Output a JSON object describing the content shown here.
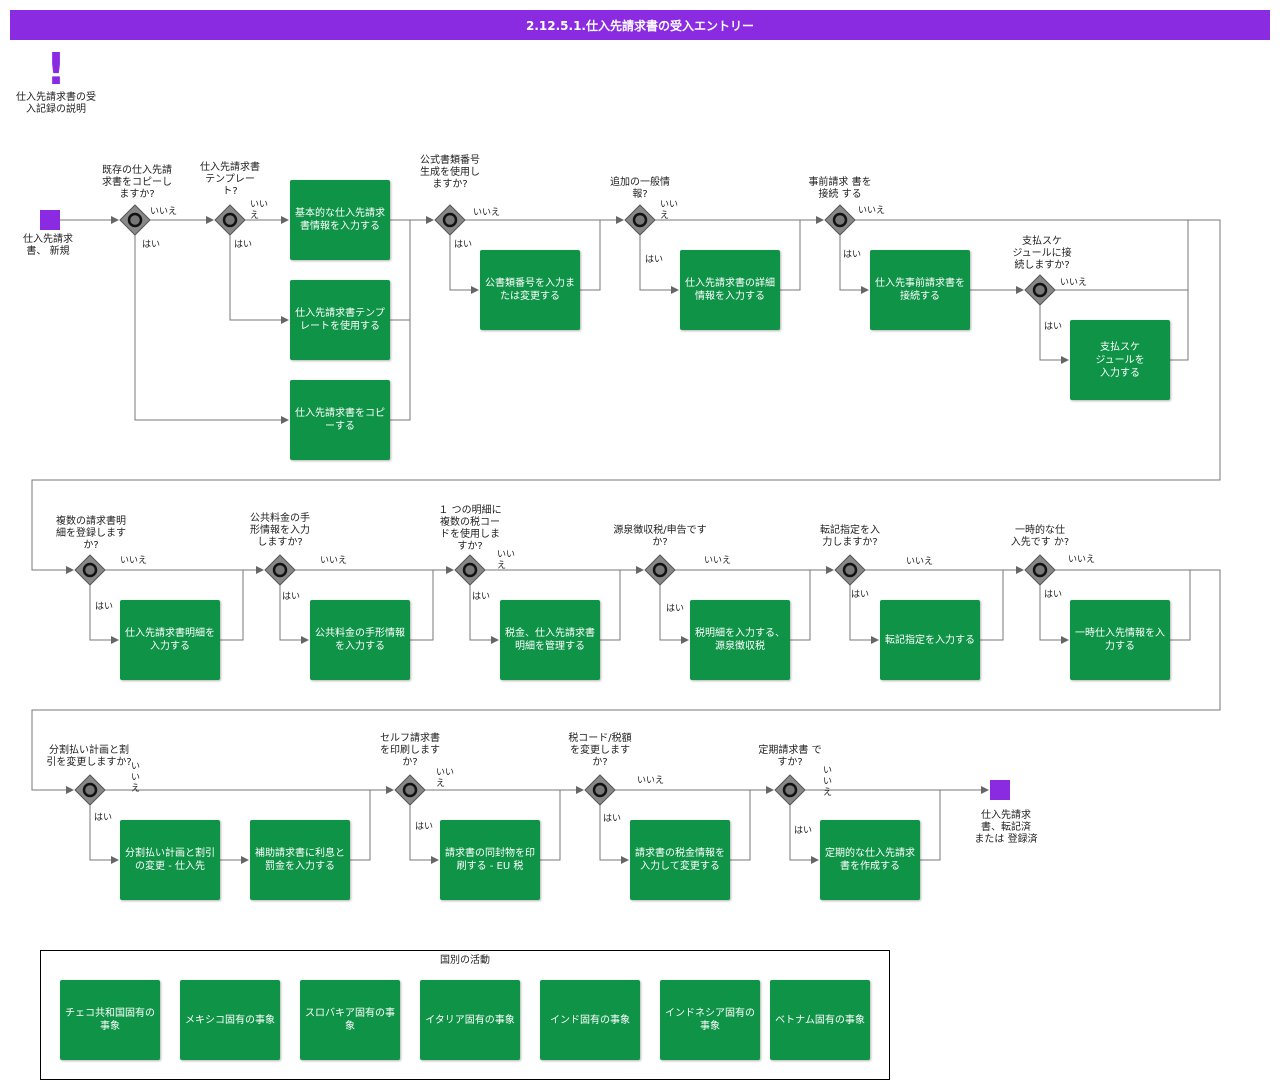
{
  "title": "2.12.5.1.仕入先請求書の受入エントリー",
  "note": "仕入先請求書の受\n入記録の説明",
  "start_event": "仕入先請求\n書、 新規",
  "end_event": "仕入先請求\n書、転記済\nまたは 登録済",
  "yes": "はい",
  "no": "いいえ",
  "no_v": "いい\nえ",
  "no_v3": "い\nい\nえ",
  "gateways": {
    "g1": "既存の仕入先請\n求書をコピーし\nますか?",
    "g2": "仕入先請求書\nテンプレー\nト?",
    "g3": "公式書類番号\n生成を使用し\nますか?",
    "g4": "追加の一般情\n報?",
    "g5": "事前請求 書を\n接続 する",
    "g6": "支払スケ\nジュールに接\n続しますか?",
    "g7": "複数の請求書明\n細を登録します\nか?",
    "g8": "公共料金の手\n形情報を入力\nしますか?",
    "g9": "１ つの明細に\n複数の税コー\nドを使用しま\nすか?",
    "g10": "源泉徴収税/申告です\nか?",
    "g11": "転記指定を入\n力しますか?",
    "g12": "一時的な仕\n入先です か?",
    "g13": "分割払い計画と割\n引を変更しますか?",
    "g14": "セルフ請求書\nを印刷します\nか?",
    "g15": "税コード/税額\nを変更します\nか?",
    "g16": "定期請求書 で\nすか?"
  },
  "tasks": {
    "t1": "基本的な仕入先請求書情報を入力する",
    "t2": "仕入先請求書テンプレートを使用する",
    "t3": "仕入先請求書をコピーする",
    "t4": "公書類番号を入力または変更する",
    "t5": "仕入先請求書の詳細情報を入力する",
    "t6": "仕入先事前請求書を接続する",
    "t7": "支払スケ\nジュールを\n入力する",
    "t8": "仕入先請求書明細を入力する",
    "t9": "公共料金の手形情報を入力する",
    "t10": "税金、仕入先請求書明細を管理する",
    "t11": "税明細を入力する、源泉徴収税",
    "t12": "転記指定を入力する",
    "t13": "一時仕入先情報を入力する",
    "t14": "分割払い計画と割引の変更 - 仕入先",
    "t15": "補助請求書に利息と罰金を入力する",
    "t16": "請求書の同封物を印刷する - EU 税",
    "t17": "請求書の税金情報を入力して変更する",
    "t18": "定期的な仕入先請求書を作成する"
  },
  "legend": {
    "title": "国別の活動",
    "items": [
      "チェコ共和国固有の事象",
      "メキシコ固有の事象",
      "スロバキア固有の事象",
      "イタリア固有の事象",
      "インド固有の事象",
      "インドネシア固有の事象",
      "ベトナム固有の事象"
    ]
  },
  "colors": {
    "accent": "#8a2be2",
    "task": "#0e9347",
    "gateway": "#888888",
    "line": "#666666"
  }
}
